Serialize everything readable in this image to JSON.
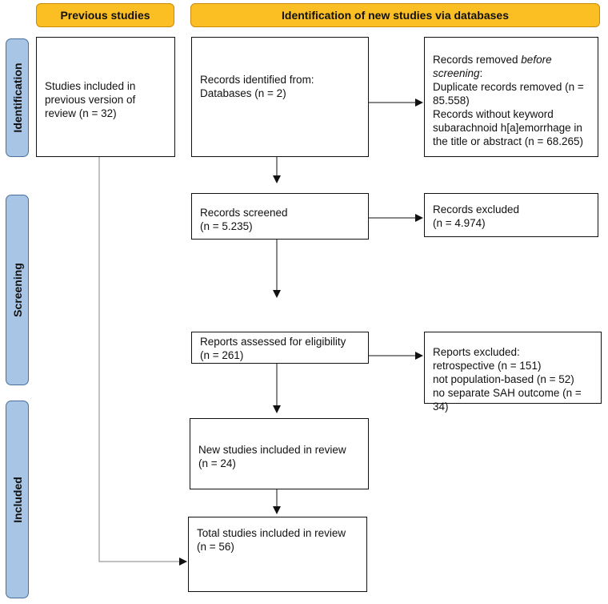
{
  "headers": {
    "previous": "Previous studies",
    "identification_new": "Identification of new studies via databases"
  },
  "phases": {
    "identification": "Identification",
    "screening": "Screening",
    "included": "Included"
  },
  "boxes": {
    "previous_version": "Studies included in previous version of review (n = 32)",
    "records_identified": {
      "line1": "Records identified from:",
      "line2": "Databases (n = 2)"
    },
    "records_removed": {
      "line1_pre": "Records removed ",
      "line1_em": "before screening",
      "line1_post": ":",
      "line2": "Duplicate records removed  (n = 85.558)",
      "line3": "Records without keyword subarachnoid h[a]emorrhage in the title or abstract (n = 68.265)"
    },
    "records_screened": {
      "line1": "Records screened",
      "line2": "(n = 5.235)"
    },
    "records_excluded": {
      "line1": "Records excluded",
      "line2": "(n = 4.974)"
    },
    "reports_assessed": {
      "line1": "Reports assessed for eligibility",
      "line2": "(n = 261)"
    },
    "reports_excluded": {
      "line1": "Reports excluded:",
      "line2": "retrospective (n = 151)",
      "line3": "not population-based (n = 52)",
      "line4": "no separate SAH outcome (n = 34)"
    },
    "new_included": {
      "line1": "New studies included in review",
      "line2": "(n = 24)"
    },
    "total_included": {
      "line1": "Total studies included in review",
      "line2": "(n = 56)"
    }
  },
  "colors": {
    "header_fill": "#fbbf24",
    "phase_fill": "#a8c5e6"
  }
}
